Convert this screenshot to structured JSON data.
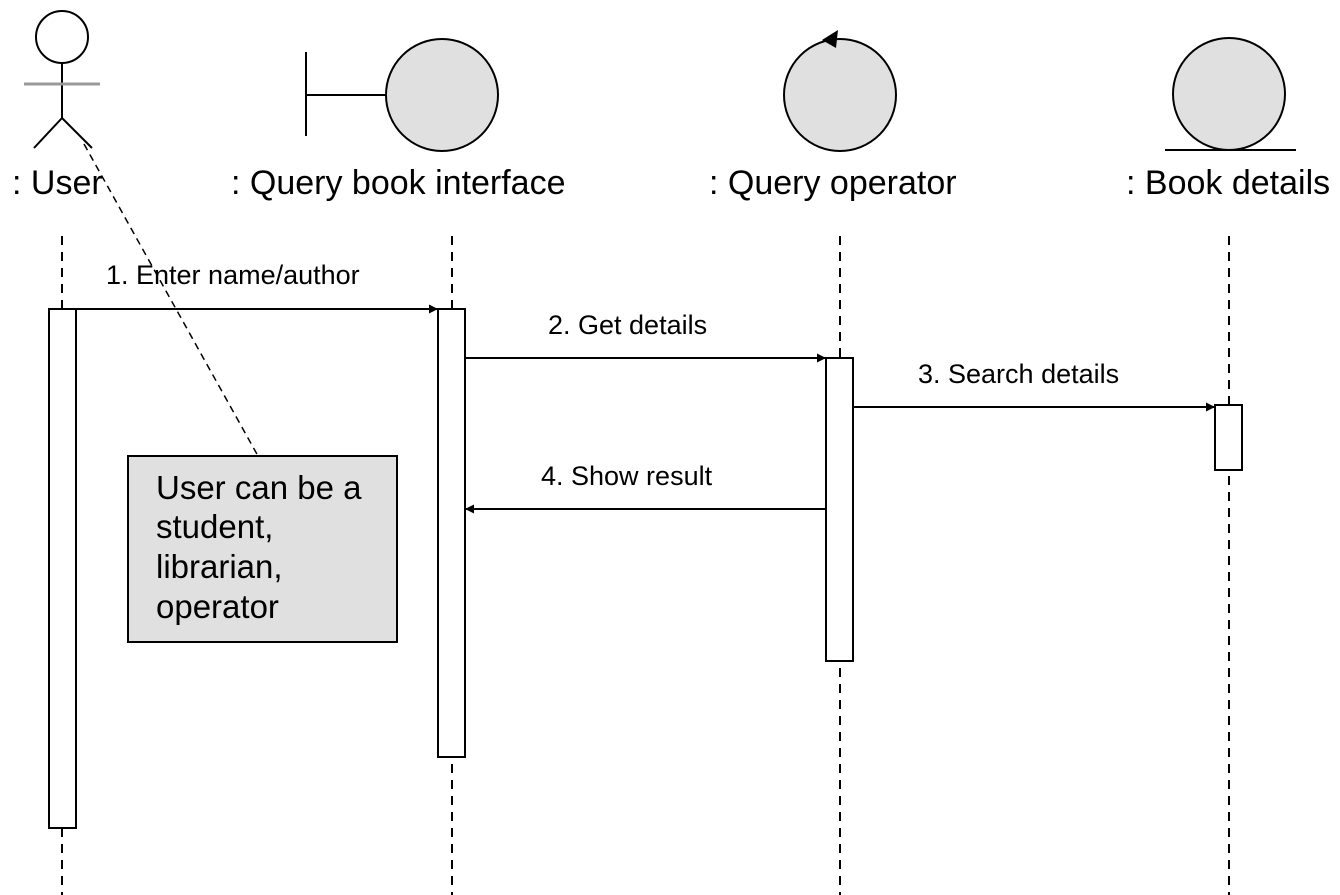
{
  "participants": {
    "user": ": User",
    "boundary": ": Query book interface",
    "control": ": Query operator",
    "entity": ": Book details"
  },
  "messages": {
    "m1": "1. Enter name/author",
    "m2": "2. Get details",
    "m3": "3. Search details",
    "m4": "4. Show result"
  },
  "note": {
    "line1": "User can be a",
    "line2": "student,",
    "line3": "librarian,",
    "line4": "operator"
  },
  "colors": {
    "shape_fill": "#e0e0e0",
    "line": "#000000"
  }
}
